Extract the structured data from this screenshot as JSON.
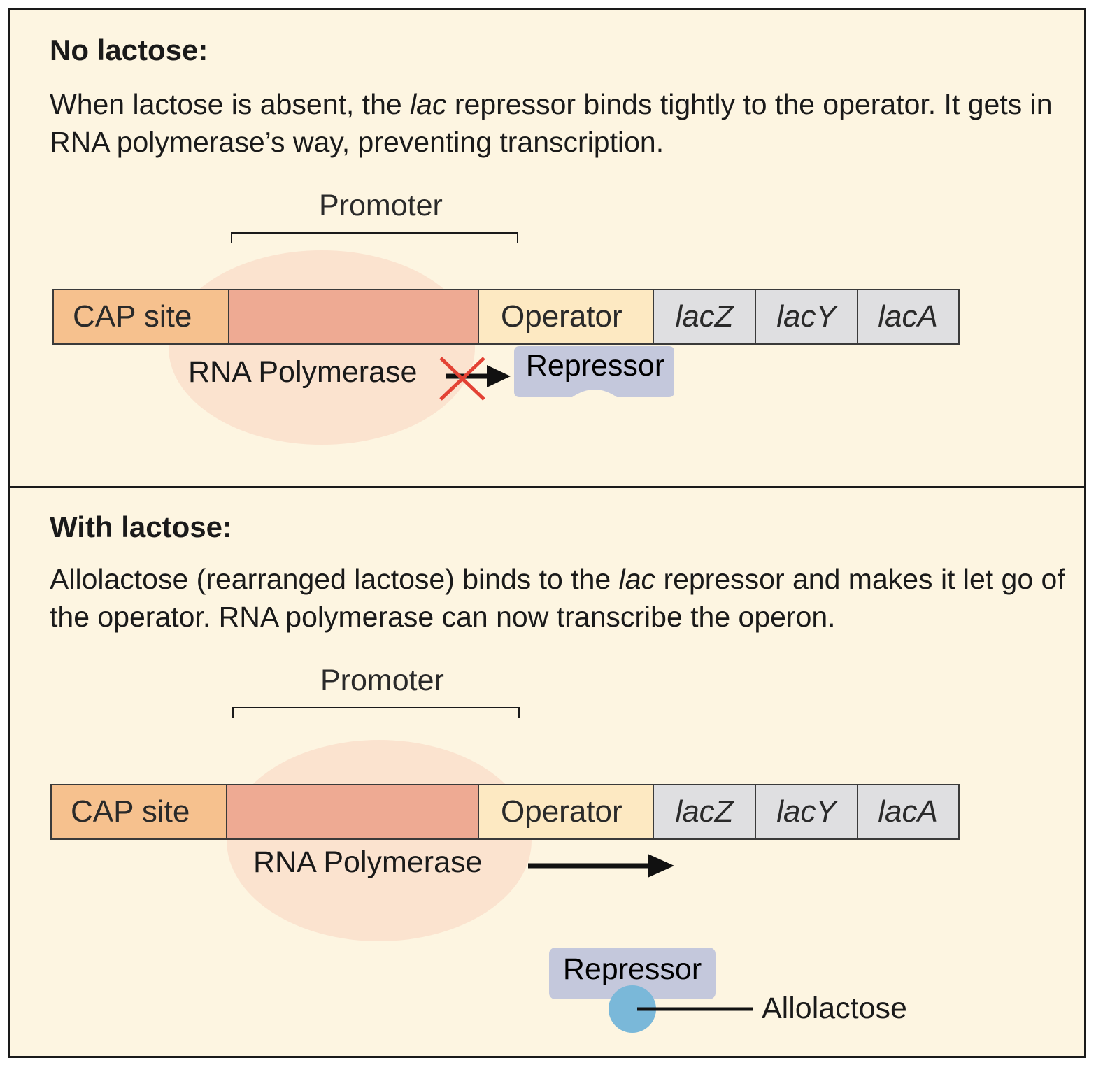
{
  "top": {
    "heading": "No lactose:",
    "desc_part1": "When lactose is absent, the ",
    "desc_italic": "lac",
    "desc_part2": " repressor binds tightly to the operator. It gets in RNA polymerase’s way, preventing transcription.",
    "promoter_label": "Promoter",
    "cap_label": "CAP site",
    "operator_label": "Operator",
    "genes": [
      "lacZ",
      "lacY",
      "lacA"
    ],
    "rnap_label": "RNA Polymerase",
    "repressor_label": "Repressor"
  },
  "bottom": {
    "heading": "With lactose:",
    "desc_part1": "Allolactose (rearranged lactose) binds to the ",
    "desc_italic": "lac",
    "desc_part2": " repressor and makes it let go of the operator. RNA polymerase can now transcribe the operon.",
    "promoter_label": "Promoter",
    "cap_label": "CAP site",
    "operator_label": "Operator",
    "genes": [
      "lacZ",
      "lacY",
      "lacA"
    ],
    "rnap_label": "RNA Polymerase",
    "repressor_label": "Repressor",
    "allolactose_label": "Allolactose"
  },
  "colors": {
    "background": "#fdf5e1",
    "cap_site": "#f6c18e",
    "promoter": "#eeaa93",
    "operator": "#fde9c2",
    "genes": "#dfdfe1",
    "rna_polymerase": "#fbe3cf",
    "repressor": "#c4c8dc",
    "allolactose": "#7ab8d9",
    "blocked_mark": "#e34234"
  }
}
